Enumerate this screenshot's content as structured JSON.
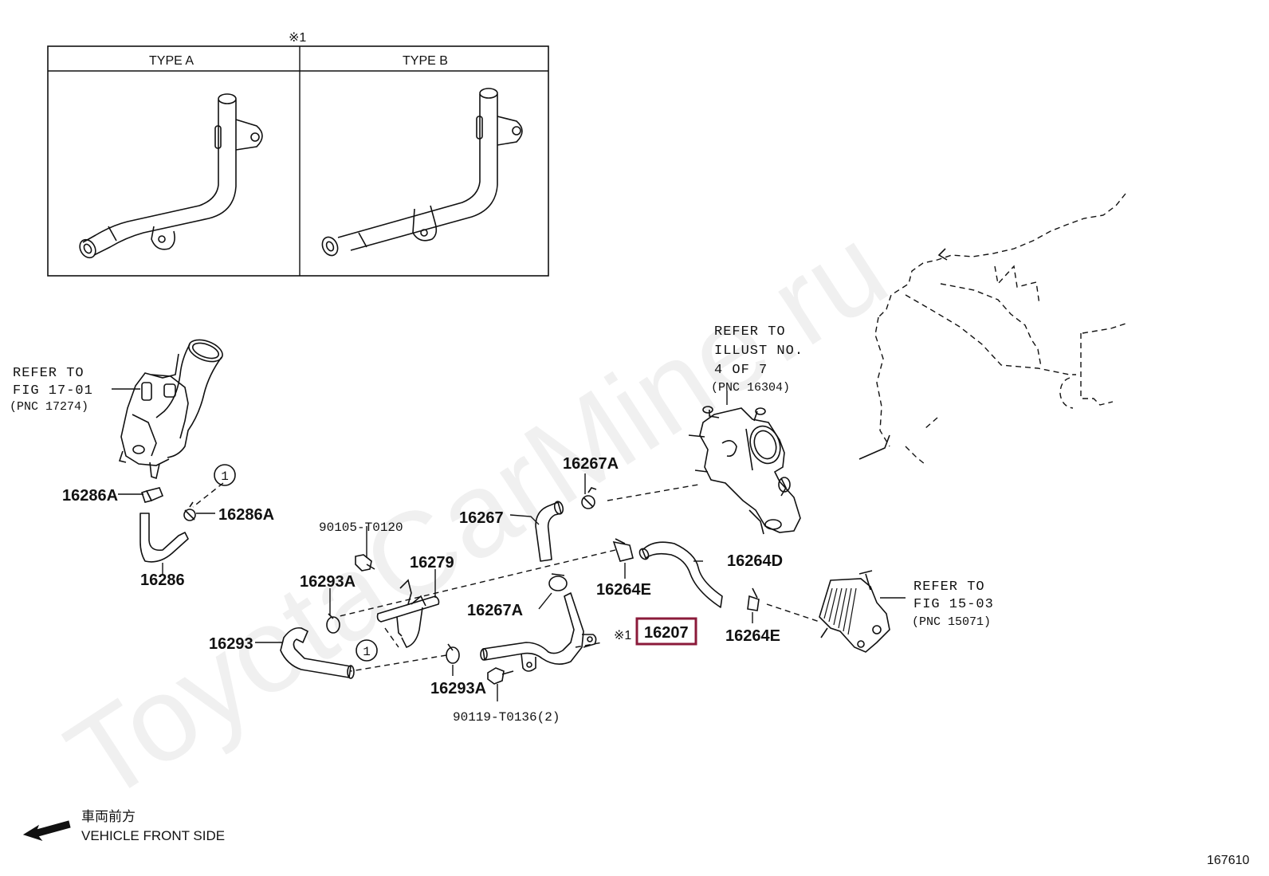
{
  "watermark": "ToyotaCarMine.ru",
  "inset": {
    "mark": "※1",
    "type_a": "TYPE A",
    "type_b": "TYPE B"
  },
  "refs": {
    "fig_17_01": [
      "REFER TO",
      "FIG 17-01",
      "(PNC 17274)"
    ],
    "illust_4_of_7": [
      "REFER TO",
      "ILLUST NO.",
      "4 OF 7",
      "(PNC 16304)"
    ],
    "fig_15_03": [
      "REFER TO",
      "FIG 15-03",
      "(PNC 15071)"
    ]
  },
  "callout_number": "1",
  "parts": {
    "p16286A_left": "16286A",
    "p16286A_right": "16286A",
    "p16286": "16286",
    "p90105": "90105-T0120",
    "p16279": "16279",
    "p16293A_top": "16293A",
    "p16293": "16293",
    "p16293A_bottom": "16293A",
    "p90119": "90119-T0136(2)",
    "p16267A_top": "16267A",
    "p16267": "16267",
    "p16267A_mid": "16267A",
    "p16264D": "16264D",
    "p16264E_left": "16264E",
    "p16264E_right": "16264E",
    "mark_16207": "※1",
    "p16207": "16207"
  },
  "highlight": {
    "part": "16207",
    "color": "#8b1a3a"
  },
  "front_note": {
    "jp": "車両前方",
    "en": "VEHICLE FRONT SIDE"
  },
  "figure_number": "167610"
}
